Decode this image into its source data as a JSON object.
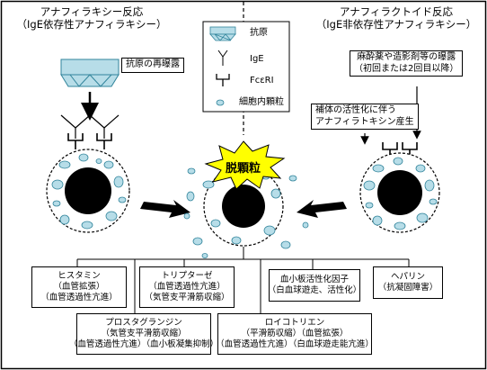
{
  "left_title": {
    "line1": "アナフィラキシー反応",
    "line2": "（IgE依存性アナフィラキシー）"
  },
  "right_title": {
    "line1": "アナフィラクトイド反応",
    "line2": "（IgE非依存性アナフィラキシー）"
  },
  "legend": {
    "antigen": "抗原",
    "ige": "IgE",
    "fceri": "FcεRI",
    "granule": "細胞内顆粒"
  },
  "left_note": "抗原の再曝露",
  "right_note": {
    "line1": "麻酔薬や造影剤等の曝露",
    "line2": "（初回または2回目以降）"
  },
  "complement_note": {
    "line1": "補体の活性化に伴う",
    "line2": "アナフィラトキシン産生"
  },
  "center_label": "脱顆粒",
  "mediators": {
    "histamine": {
      "name": "ヒスタミン",
      "l1": "（血管拡張）",
      "l2": "（血管透過性亢進）"
    },
    "tryptase": {
      "name": "トリプターゼ",
      "l1": "（血管透過性亢進）",
      "l2": "（気管支平滑筋収縮）"
    },
    "paf": {
      "name": "血小板活性化因子",
      "l1": "（白血球遊走、活性化）"
    },
    "heparin": {
      "name": "ヘパリン",
      "l1": "（抗凝固障害）"
    },
    "prostaglandin": {
      "name": "プロスタグランジン",
      "l1": "（気管支平滑筋収縮）",
      "l2": "（血管透過性亢進）（血小板凝集抑制）"
    },
    "leukotriene": {
      "name": "ロイコトリエン",
      "l1": "（平滑筋収縮）（血管拡張）",
      "l2": "（血管透過性亢進）（白血球遊走能亢進）"
    }
  },
  "colors": {
    "granule_fill": "#b7dde8",
    "granule_stroke": "#31849b",
    "antigen_fill": "#b7dde8",
    "antigen_stroke": "#31849b",
    "burst_fill": "#ffff00"
  }
}
